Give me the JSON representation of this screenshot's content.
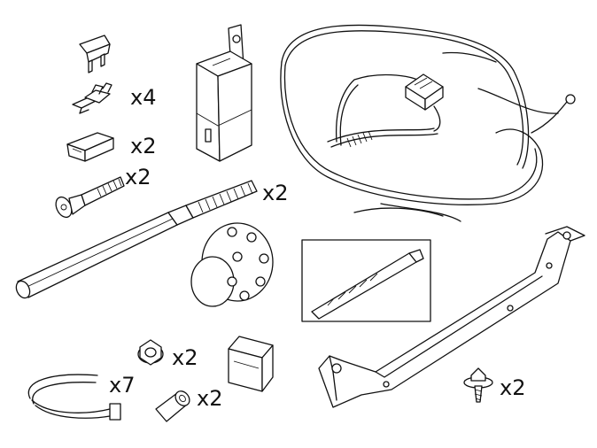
{
  "quantities": {
    "terminal": "x4",
    "cap": "x2",
    "screw": "x2",
    "stud": "x2",
    "nut": "x2",
    "cable_tie": "x7",
    "spacer": "x2",
    "bolt": "x2"
  },
  "colors": {
    "line": "#111111",
    "background": "#ffffff",
    "shade": "#d6d6d6"
  }
}
